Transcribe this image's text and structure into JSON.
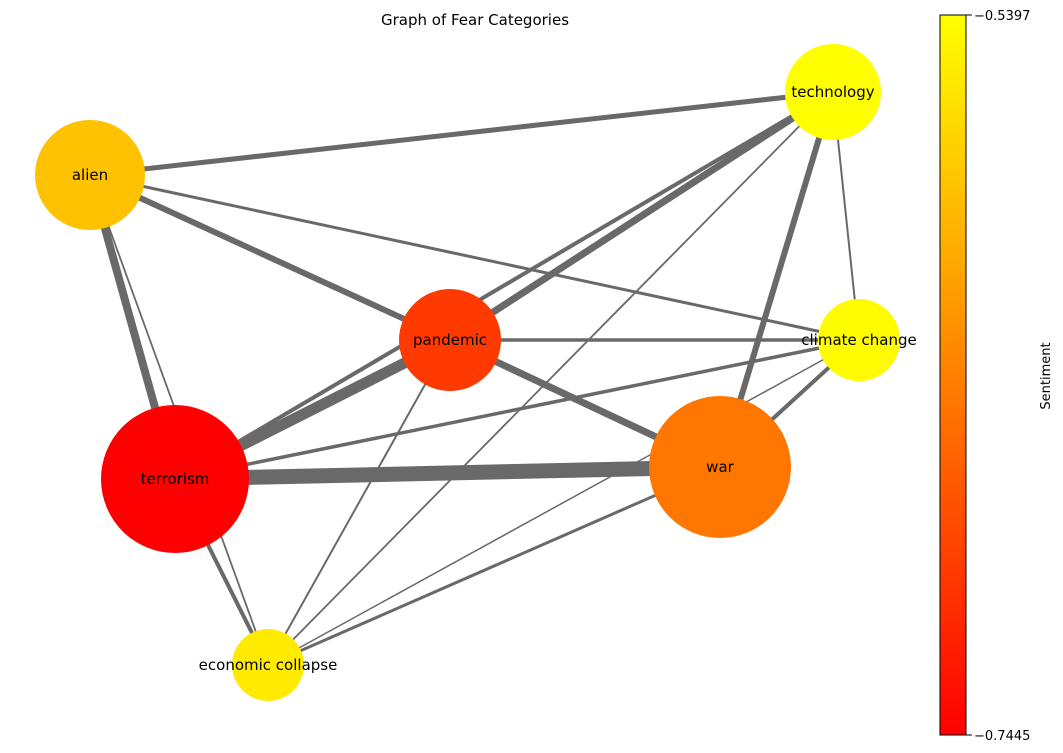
{
  "title": "Graph of Fear Categories",
  "colorbar": {
    "label": "Sentiment",
    "min_label": "−0.7445",
    "max_label": "−0.5397",
    "min": -0.7445,
    "max": -0.5397,
    "color_low": "#ff0000",
    "color_mid": "#ff8000",
    "color_high": "#ffff00"
  },
  "edge_color": "#696969",
  "nodes": [
    {
      "id": "technology",
      "label": "technology",
      "color": "#ffff00"
    },
    {
      "id": "alien",
      "label": "alien",
      "color": "#ffc200"
    },
    {
      "id": "pandemic",
      "label": "pandemic",
      "color": "#ff3a00"
    },
    {
      "id": "climate_change",
      "label": "climate change",
      "color": "#fffb00"
    },
    {
      "id": "war",
      "label": "war",
      "color": "#ff7600"
    },
    {
      "id": "terrorism",
      "label": "terrorism",
      "color": "#ff0000"
    },
    {
      "id": "economic_collapse",
      "label": "economic collapse",
      "color": "#ffea00"
    }
  ],
  "edges": [
    {
      "source": "terrorism",
      "target": "war",
      "weight": 15
    },
    {
      "source": "terrorism",
      "target": "pandemic",
      "weight": 11
    },
    {
      "source": "alien",
      "target": "terrorism",
      "weight": 8
    },
    {
      "source": "pandemic",
      "target": "war",
      "weight": 7
    },
    {
      "source": "pandemic",
      "target": "technology",
      "weight": 7
    },
    {
      "source": "alien",
      "target": "pandemic",
      "weight": 6
    },
    {
      "source": "technology",
      "target": "war",
      "weight": 6
    },
    {
      "source": "alien",
      "target": "technology",
      "weight": 5
    },
    {
      "source": "terrorism",
      "target": "technology",
      "weight": 4
    },
    {
      "source": "terrorism",
      "target": "economic_collapse",
      "weight": 4
    },
    {
      "source": "war",
      "target": "climate_change",
      "weight": 4
    },
    {
      "source": "pandemic",
      "target": "climate_change",
      "weight": 3.5
    },
    {
      "source": "terrorism",
      "target": "climate_change",
      "weight": 3.5
    },
    {
      "source": "war",
      "target": "economic_collapse",
      "weight": 3
    },
    {
      "source": "alien",
      "target": "climate_change",
      "weight": 3
    },
    {
      "source": "technology",
      "target": "climate_change",
      "weight": 2
    },
    {
      "source": "alien",
      "target": "economic_collapse",
      "weight": 1.8
    },
    {
      "source": "technology",
      "target": "economic_collapse",
      "weight": 1.8
    },
    {
      "source": "pandemic",
      "target": "economic_collapse",
      "weight": 2
    },
    {
      "source": "climate_change",
      "target": "economic_collapse",
      "weight": 1.5
    }
  ]
}
